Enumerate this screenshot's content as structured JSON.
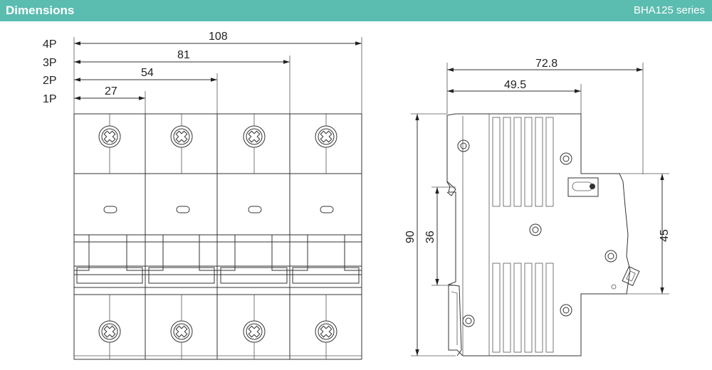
{
  "header": {
    "title": "Dimensions",
    "series": "BHA125 series",
    "background": "#5bbcb0",
    "text_color": "#ffffff"
  },
  "front_view": {
    "pole_labels": [
      "4P",
      "3P",
      "2P",
      "1P"
    ],
    "widths": [
      "108",
      "81",
      "54",
      "27"
    ],
    "poles": 4
  },
  "side_view": {
    "overall_depth": "72.8",
    "inner_depth": "49.5",
    "height": "90",
    "rail_height": "36",
    "front_height": "45"
  }
}
